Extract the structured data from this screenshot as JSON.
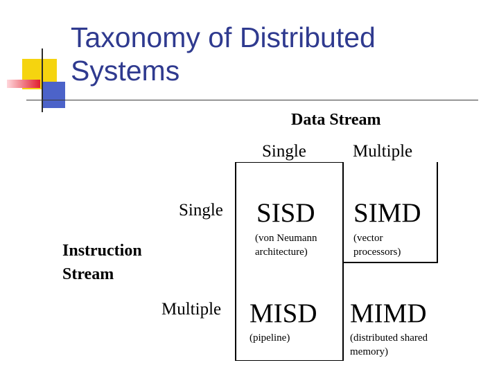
{
  "title": "Taxonomy of Distributed Systems",
  "column_axis": {
    "label": "Data Stream",
    "values": [
      "Single",
      "Multiple"
    ]
  },
  "row_axis": {
    "label": "Instruction Stream",
    "values": [
      "Single",
      "Multiple"
    ]
  },
  "cells": [
    {
      "code": "SISD",
      "note": "(von Neumann architecture)"
    },
    {
      "code": "SIMD",
      "note": "(vector processors)"
    },
    {
      "code": "MISD",
      "note": "(pipeline)"
    },
    {
      "code": "MIMD",
      "note": "(distributed shared memory)"
    }
  ],
  "colors": {
    "title": "#2f3a8f",
    "deco_yellow": "#f5d40f",
    "deco_red": "#e01e2e",
    "deco_blue": "#4c63c9"
  }
}
